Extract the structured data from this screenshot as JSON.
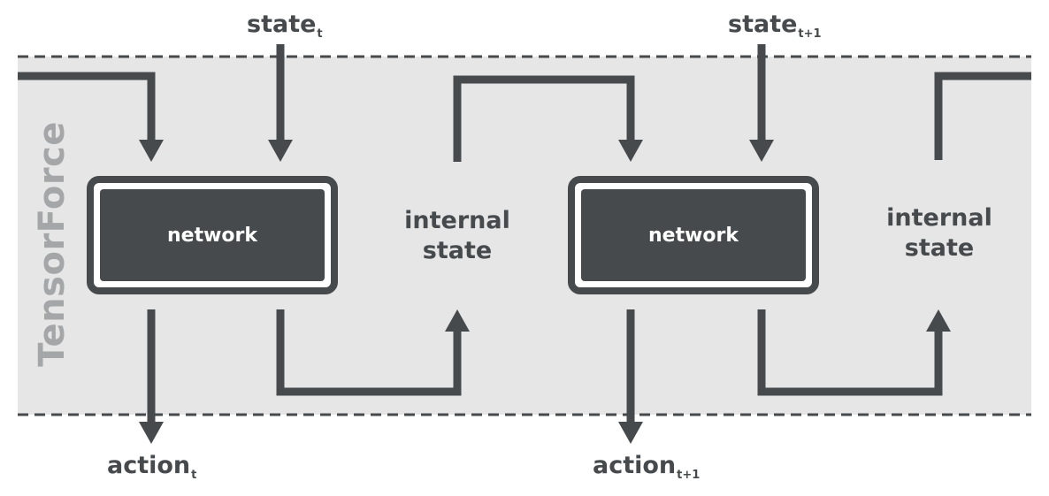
{
  "brand_text": "TensorForce",
  "colors": {
    "band_fill": "#e6e6e6",
    "dark": "#464a4c",
    "brand": "#a4a6a7"
  },
  "steps": [
    {
      "state_base": "state",
      "state_sub": "t",
      "action_base": "action",
      "action_sub": "t",
      "network_label": "network",
      "internal_state_line1": "internal",
      "internal_state_line2": "state"
    },
    {
      "state_base": "state",
      "state_sub": "t+1",
      "action_base": "action",
      "action_sub": "t+1",
      "network_label": "network",
      "internal_state_line1": "internal",
      "internal_state_line2": "state"
    }
  ]
}
